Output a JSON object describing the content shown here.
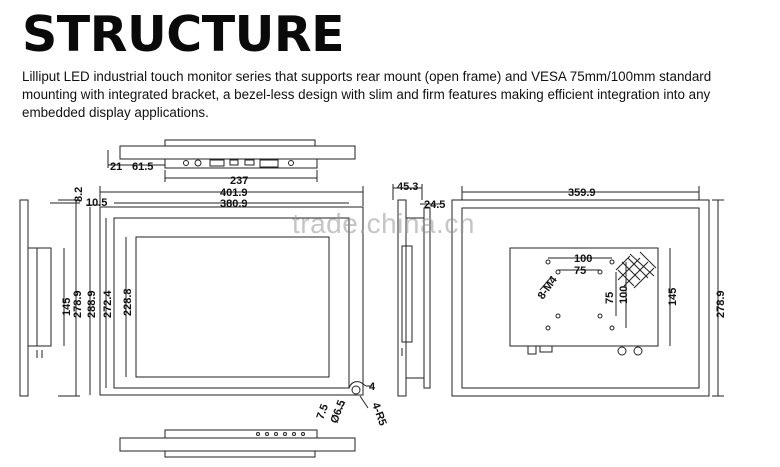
{
  "title": "STRUCTURE",
  "description": {
    "line1": "Lilliput LED industrial touch monitor series that supports rear mount (open frame) and VESA 75mm/100mm standard",
    "line2": "mounting with integrated bracket, a bezel-less design with slim and firm features making efficient integration into any",
    "line3": "embedded display applications."
  },
  "dimensions": {
    "top_view": {
      "d21": "21",
      "d61_5": "61.5",
      "d237": "237"
    },
    "side_left": {
      "d8_2": "8.2",
      "d145": "145",
      "d278_9": "278.9"
    },
    "front": {
      "d10_5": "10.5",
      "d401_9": "401.9",
      "d380_9": "380.9",
      "d288_9": "288.9",
      "d272_4": "272.4",
      "d228_8": "228.8",
      "d4": "4",
      "d7_5": "7.5",
      "d6_5": "Ø6.5",
      "r5": "4-R5"
    },
    "side_right": {
      "d45_3": "45.3",
      "d24_5": "24.5"
    },
    "rear": {
      "d359_9": "359.9",
      "d100_h": "100",
      "d75_h": "75",
      "d75_v": "75",
      "d100_v": "100",
      "m4": "8-M4",
      "d145": "145",
      "d278_9": "278.9"
    }
  },
  "watermark": "trade.china.cn"
}
